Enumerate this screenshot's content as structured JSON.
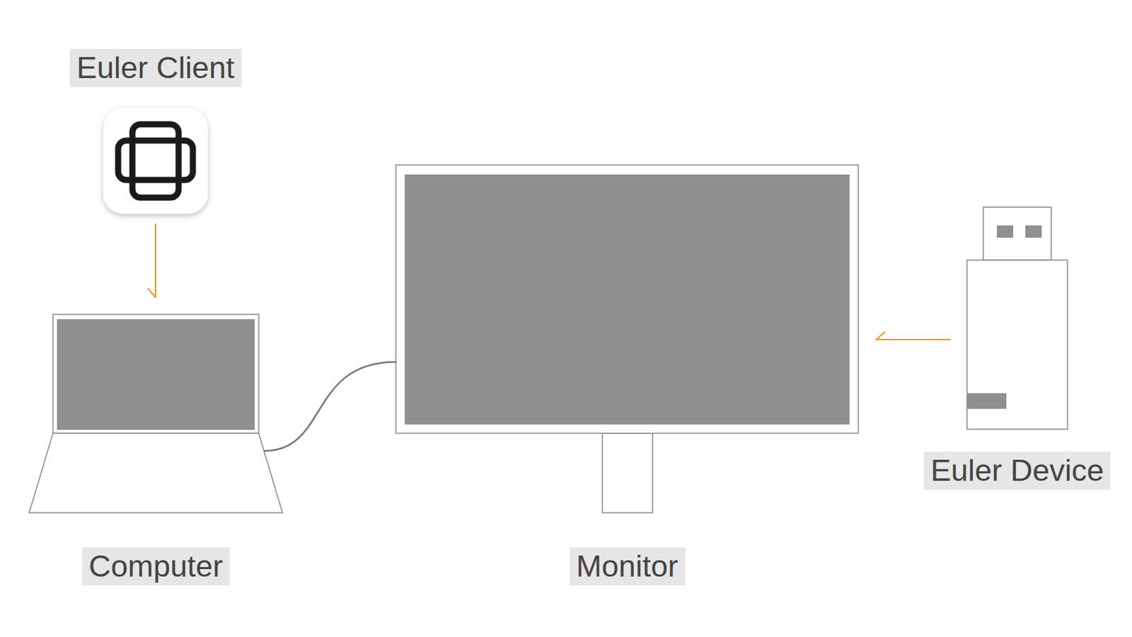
{
  "diagram": {
    "nodes": [
      {
        "text": [
          "Euler Client"
        ]
      },
      {
        "text": [
          "Computer"
        ]
      },
      {
        "text": [
          "Monitor"
        ]
      },
      {
        "text": [
          "Euler Device"
        ]
      }
    ],
    "edges": [
      {
        "from": 0,
        "to": 1,
        "arrow": "to"
      },
      {
        "from": 1,
        "to": 2,
        "arrow": "none"
      },
      {
        "from": 3,
        "to": 2,
        "arrow": "to"
      }
    ]
  }
}
